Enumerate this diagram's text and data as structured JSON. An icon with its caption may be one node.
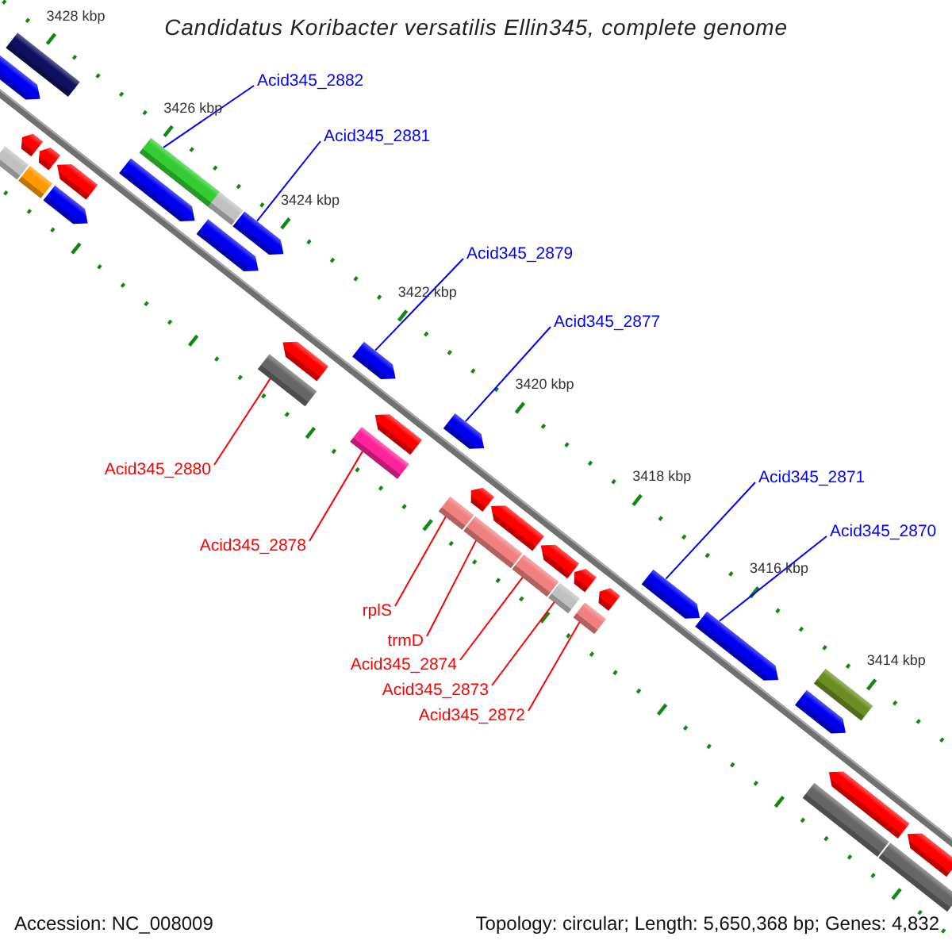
{
  "diagram": {
    "title": "Candidatus Koribacter versatilis Ellin345, complete genome",
    "nodes": [
      {
        "text": [
          "Acid345_2882"
        ]
      },
      {
        "text": [],
        "shape": "bar"
      },
      {
        "text": [
          "Acid345_2881"
        ]
      },
      {
        "text": [],
        "shape": "arrow"
      },
      {
        "text": [
          "Acid345_2879"
        ]
      },
      {
        "text": [],
        "shape": "arrow"
      },
      {
        "text": [
          "Acid345_2877"
        ]
      },
      {
        "text": [],
        "shape": "arrow"
      },
      {
        "text": [
          "Acid345_2880"
        ]
      },
      {
        "text": [],
        "shape": "bar"
      },
      {
        "text": [
          "Acid345_2871"
        ]
      },
      {
        "text": [],
        "shape": "arrow"
      },
      {
        "text": [
          "Acid345_2878"
        ]
      },
      {
        "text": [],
        "shape": "bar"
      },
      {
        "text": [
          "Acid345_2870"
        ]
      },
      {
        "text": [],
        "shape": "arrow"
      },
      {
        "text": [
          "rplS"
        ]
      },
      {
        "text": [],
        "shape": "bar"
      },
      {
        "text": [
          "trmD"
        ]
      },
      {
        "text": [],
        "shape": "bar"
      },
      {
        "text": [
          "Acid345_2874"
        ]
      },
      {
        "text": [],
        "shape": "bar"
      },
      {
        "text": [
          "Acid345_2873"
        ]
      },
      {
        "text": [],
        "shape": "bar"
      },
      {
        "text": [
          "Acid345_2872"
        ]
      },
      {
        "text": [],
        "shape": "bar"
      },
      {
        "text": [],
        "shape": "bar"
      },
      {
        "text": [],
        "shape": "arrow"
      },
      {
        "text": [],
        "shape": "arrow"
      },
      {
        "text": [],
        "shape": "bar"
      },
      {
        "text": [],
        "shape": "arrow"
      },
      {
        "text": [],
        "shape": "bar"
      },
      {
        "text": [],
        "shape": "arrow"
      },
      {
        "text": [],
        "shape": "arrow"
      },
      {
        "text": [],
        "shape": "arrow"
      },
      {
        "text": [],
        "shape": "arrow"
      },
      {
        "text": [],
        "shape": "bar"
      },
      {
        "text": [],
        "shape": "bar"
      },
      {
        "text": [],
        "shape": "arrow"
      },
      {
        "text": [],
        "shape": "arrow"
      },
      {
        "text": [],
        "shape": "arrow"
      },
      {
        "text": [],
        "shape": "arrow"
      },
      {
        "text": [],
        "shape": "arrow"
      },
      {
        "text": [],
        "shape": "arrow"
      },
      {
        "text": [],
        "shape": "arrow"
      },
      {
        "text": [],
        "shape": "arrow"
      },
      {
        "text": [],
        "shape": "arrow"
      },
      {
        "text": [],
        "shape": "arrow"
      },
      {
        "text": [],
        "shape": "bar"
      },
      {
        "text": [],
        "shape": "bar"
      }
    ],
    "edges": [
      {
        "from": 0,
        "to": 1,
        "arrow": "none",
        "color": "#0000ff"
      },
      {
        "from": 2,
        "to": 3,
        "arrow": "none",
        "color": "#0000ff"
      },
      {
        "from": 4,
        "to": 5,
        "arrow": "none",
        "color": "#0000ff"
      },
      {
        "from": 6,
        "to": 7,
        "arrow": "none",
        "color": "#0000ff"
      },
      {
        "from": 8,
        "to": 9,
        "arrow": "none"
      },
      {
        "from": 10,
        "to": 11,
        "arrow": "none",
        "color": "#0000ff"
      },
      {
        "from": 12,
        "to": 13,
        "arrow": "none"
      },
      {
        "from": 14,
        "to": 15,
        "arrow": "none",
        "color": "#0000ff"
      },
      {
        "from": 16,
        "to": 17,
        "arrow": "none"
      },
      {
        "from": 18,
        "to": 19,
        "arrow": "none"
      },
      {
        "from": 20,
        "to": 21,
        "arrow": "none"
      },
      {
        "from": 22,
        "to": 23,
        "arrow": "none"
      },
      {
        "from": 24,
        "to": 25,
        "arrow": "none"
      }
    ],
    "labels": [
      "3428 kbp",
      "3426 kbp",
      "3424 kbp",
      "3422 kbp",
      "3420 kbp",
      "3418 kbp",
      "3416 kbp",
      "3414 kbp",
      "Accession: NC_008009",
      "Topology: circular; Length: 5,650,368 bp; Genes: 4,832"
    ]
  }
}
